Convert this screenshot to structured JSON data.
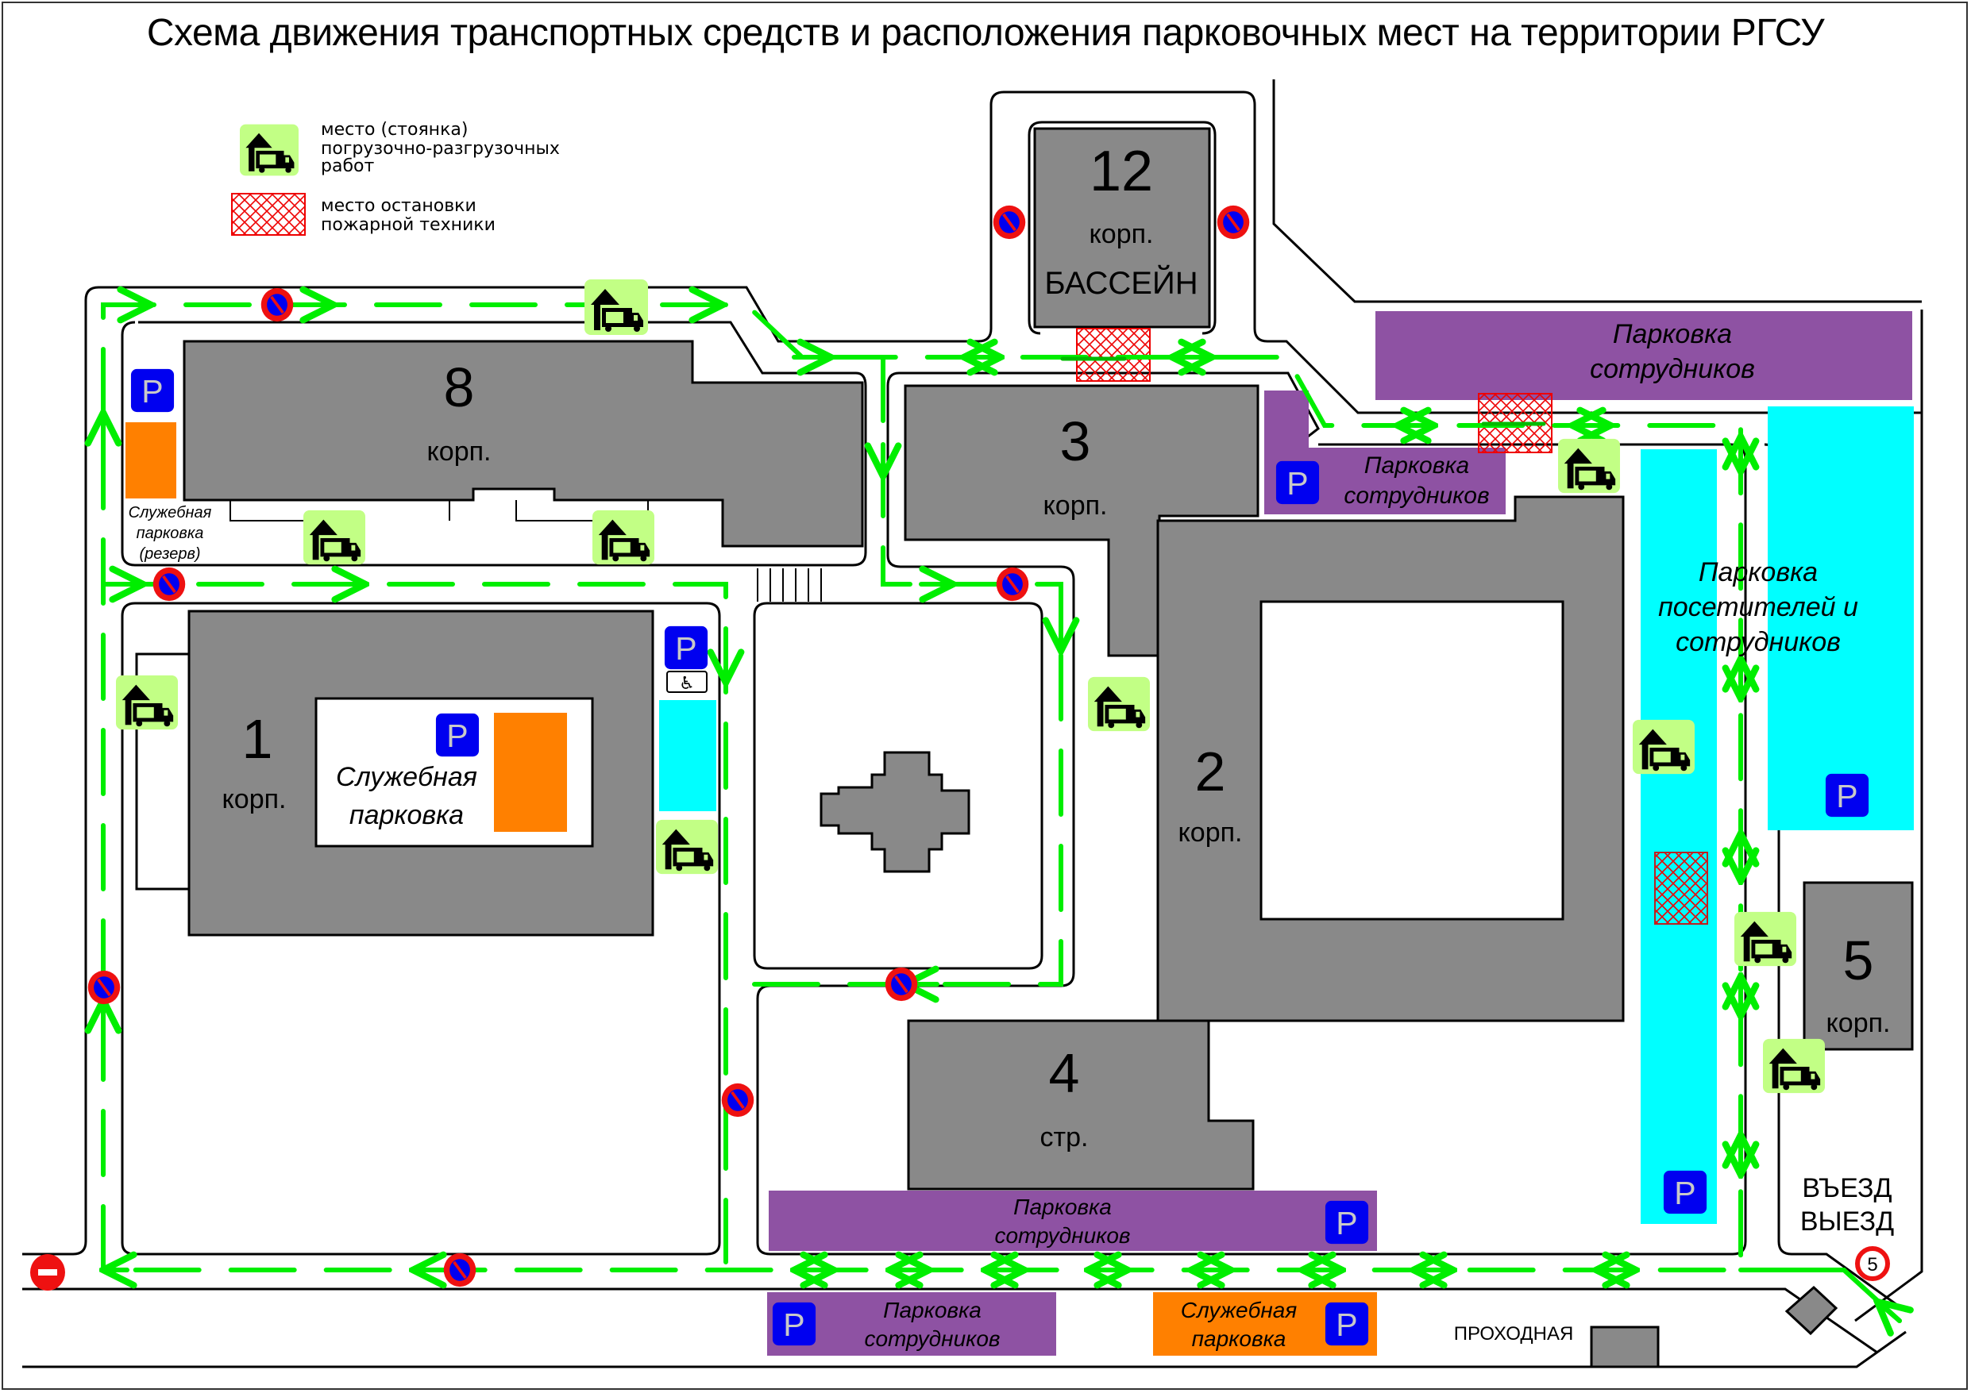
{
  "title": "Схема движения транспортных средств и расположения парковочных мест на территории РГСУ",
  "legend": {
    "loading": {
      "icon": "loading-zone-icon",
      "lines": [
        "место (стоянка)",
        "погрузочно-разгрузочных",
        "работ"
      ]
    },
    "fire": {
      "icon": "fire-engine-stop-hatch-icon",
      "lines": [
        "место остановки",
        "пожарной техники"
      ]
    }
  },
  "buildings": {
    "b12": {
      "number": "12",
      "type": "корп.",
      "name": "БАССЕЙН"
    },
    "b8": {
      "number": "8",
      "type": "корп."
    },
    "b3": {
      "number": "3",
      "type": "корп."
    },
    "b1": {
      "number": "1",
      "type": "корп."
    },
    "b2": {
      "number": "2",
      "type": "корп."
    },
    "b4": {
      "number": "4",
      "type": "стр."
    },
    "b5": {
      "number": "5",
      "type": "корп."
    }
  },
  "parking": {
    "staff_top_right": [
      "Парковка",
      "сотрудников"
    ],
    "staff_b3": [
      "Парковка",
      "сотрудников"
    ],
    "visitors": [
      "Парковка",
      "посетителей и",
      "сотрудников"
    ],
    "service_reserve": [
      "Служебная",
      "парковка",
      "(резерв)"
    ],
    "service_b1": [
      "Служебная",
      "парковка"
    ],
    "staff_b4": [
      "Парковка",
      "сотрудников"
    ],
    "staff_bottom": [
      "Парковка",
      "сотрудников"
    ],
    "service_bottom": [
      "Служебная",
      "парковка"
    ]
  },
  "signs": {
    "parking_letter": "P",
    "speed_limit": "5",
    "entry_exit": [
      "ВЪЕЗД",
      "ВЫЕЗД"
    ],
    "checkpoint": "ПРОХОДНАЯ"
  },
  "colors": {
    "building": "#898989",
    "staff_parking": "#8e52a3",
    "visitor_parking": "#00ffff",
    "service_parking": "#ff8000",
    "loading_bg": "#c2ff85",
    "route": "#00ee00",
    "parking_sign": "#0000f0",
    "no_parking_red": "#ee1111",
    "fire_hatch": "#ee0000"
  }
}
